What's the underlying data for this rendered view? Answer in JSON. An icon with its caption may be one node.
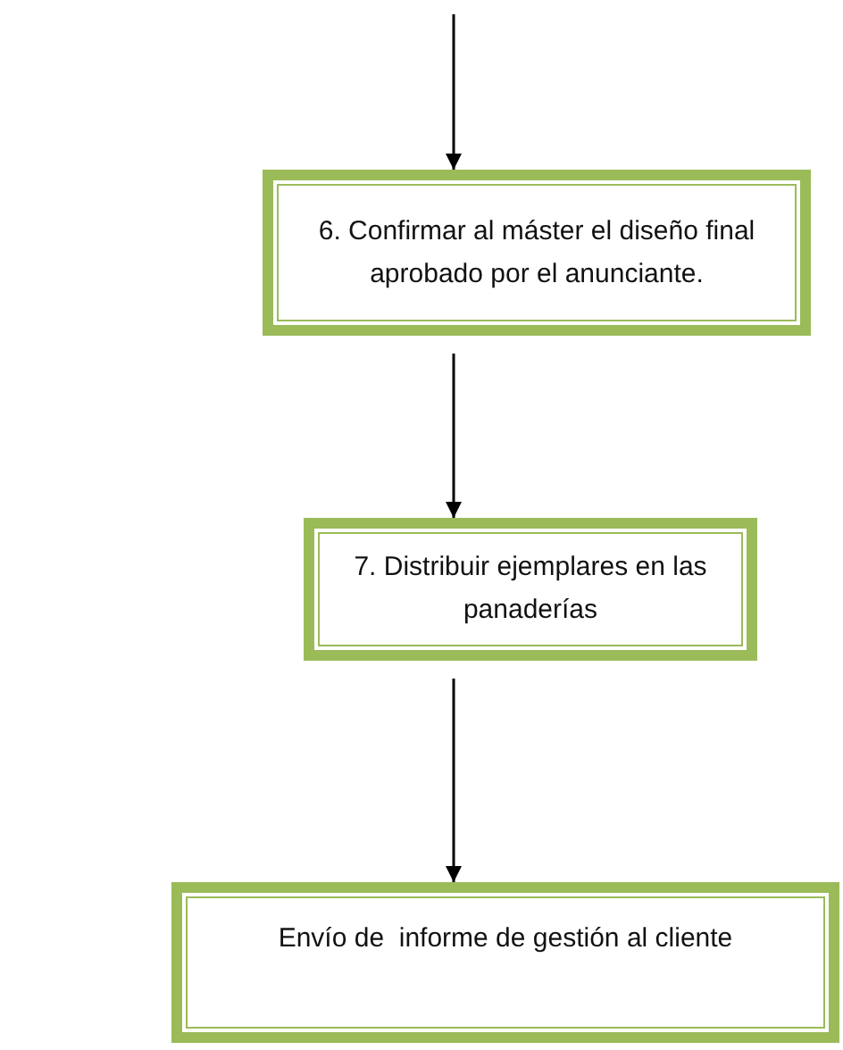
{
  "diagram": {
    "nodes": [
      {
        "text": [
          "6. Confirmar al máster el diseño final aprobado por el anunciante."
        ]
      },
      {
        "text": [
          "7. Distribuir ejemplares en las panaderías"
        ]
      },
      {
        "text": [
          "Envío de  informe de gestión al cliente"
        ]
      }
    ],
    "edges": [
      {
        "from": null,
        "to": 0,
        "arrow": "to"
      },
      {
        "from": 0,
        "to": 1,
        "arrow": "to"
      },
      {
        "from": 1,
        "to": 2,
        "arrow": "to"
      }
    ]
  }
}
